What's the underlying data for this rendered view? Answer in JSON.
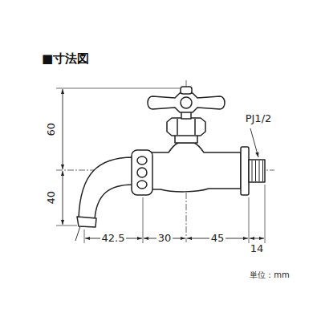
{
  "diagram": {
    "title": "■寸法図",
    "labels": [
      "60",
      "40",
      "PJ1/2",
      "42.5",
      "30",
      "45",
      "14",
      "単位：mm"
    ]
  }
}
